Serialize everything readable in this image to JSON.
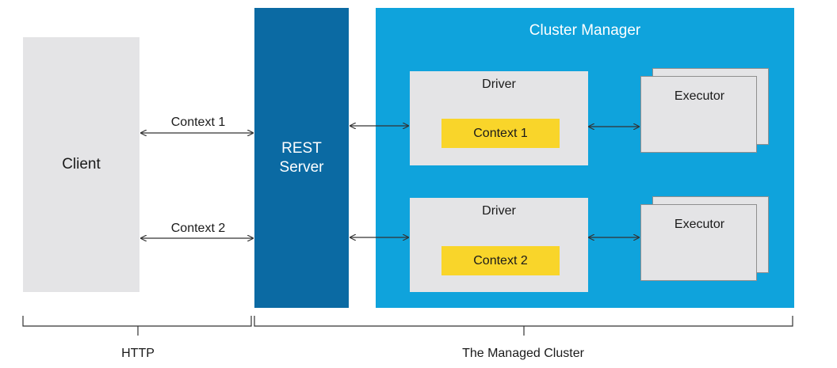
{
  "client": {
    "label": "Client"
  },
  "rest_server": {
    "line1": "REST",
    "line2": "Server"
  },
  "cluster_manager": {
    "title": "Cluster Manager"
  },
  "drivers": [
    {
      "title": "Driver",
      "context": "Context 1"
    },
    {
      "title": "Driver",
      "context": "Context 2"
    }
  ],
  "executors": [
    {
      "title": "Executor"
    },
    {
      "title": "Executor"
    }
  ],
  "connections": {
    "context_1": "Context 1",
    "context_2": "Context 2"
  },
  "brackets": {
    "http": "HTTP",
    "managed_cluster": "The Managed Cluster"
  },
  "colors": {
    "client_bg": "#e4e4e6",
    "rest_bg": "#0b6aa3",
    "cluster_bg": "#0fa3dc",
    "context_bg": "#f9d52a"
  }
}
